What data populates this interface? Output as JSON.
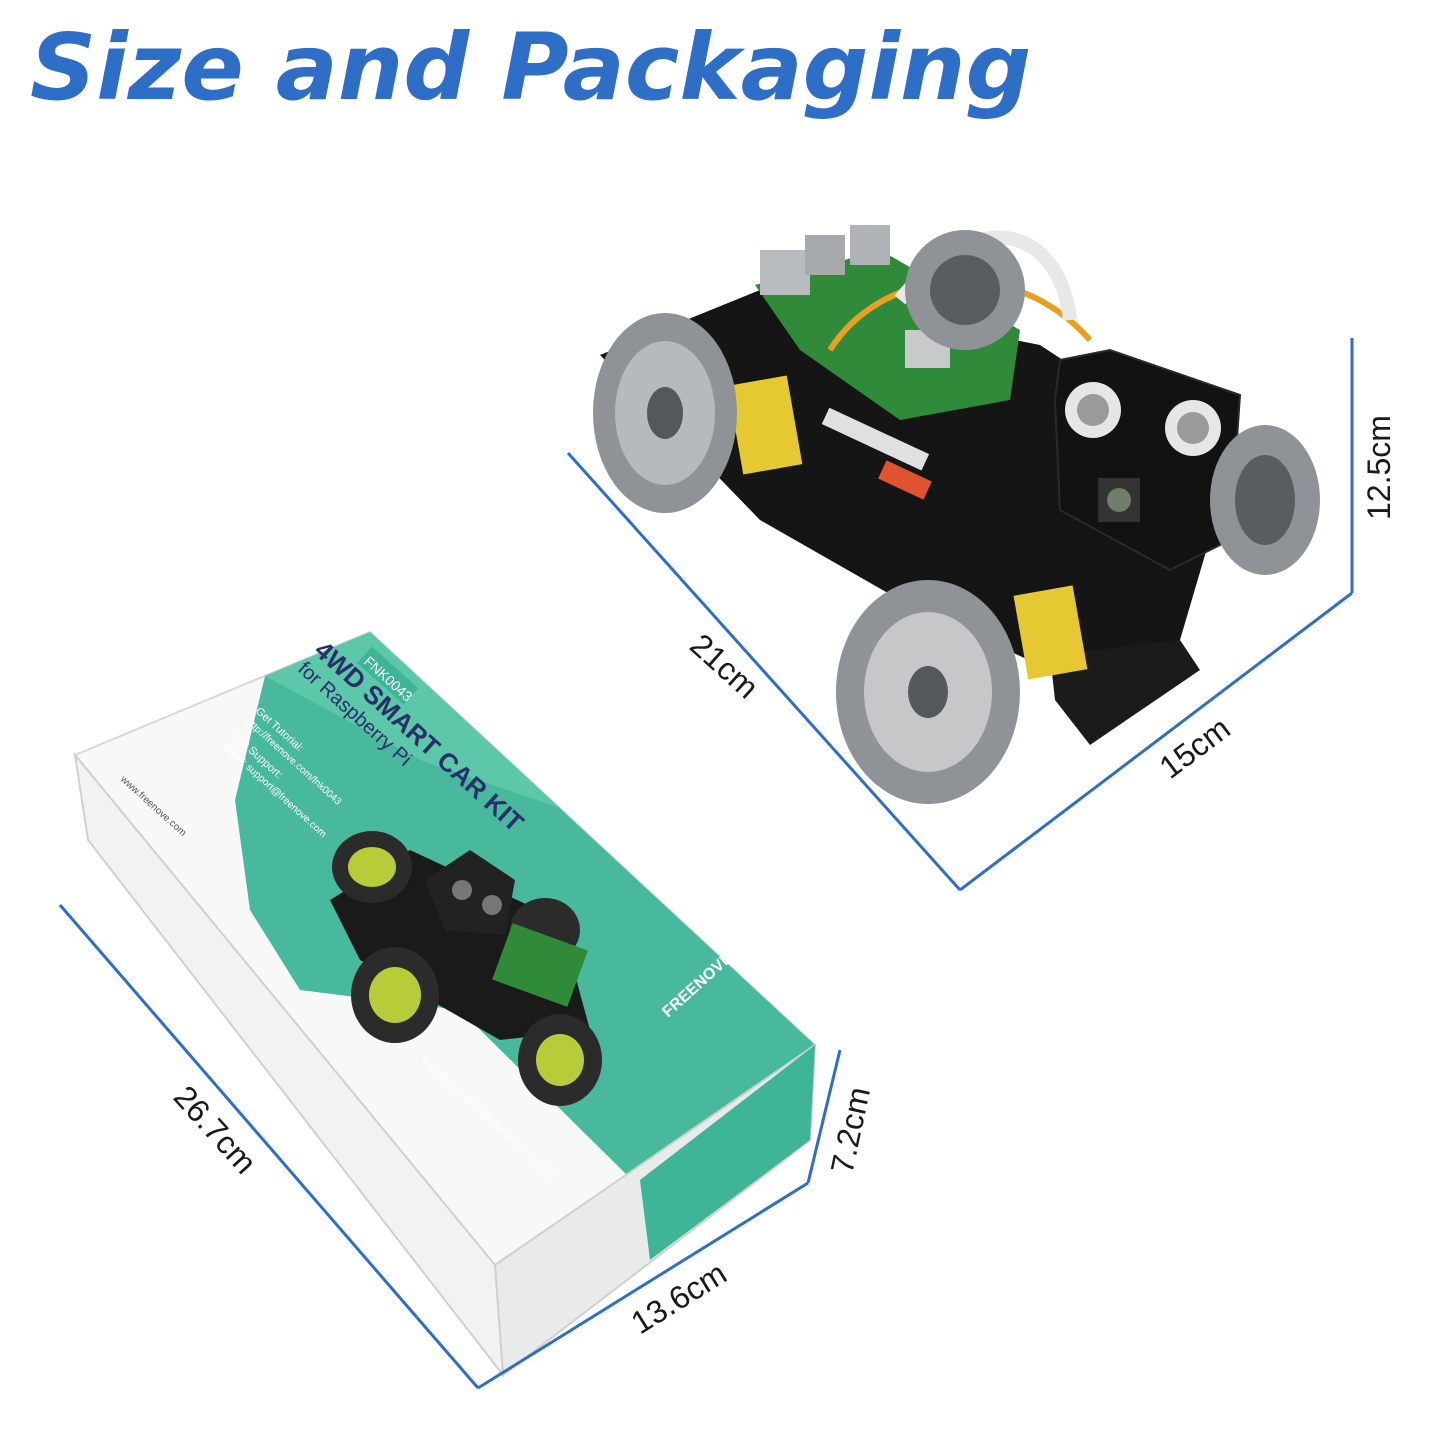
{
  "title": "Size and Packaging",
  "accent_color": "#2e6ec6",
  "car": {
    "dimensions": {
      "length": "21cm",
      "width": "15cm",
      "height": "12.5cm"
    }
  },
  "package": {
    "dimensions": {
      "length": "26.7cm",
      "width": "13.6cm",
      "height": "7.2cm"
    },
    "box": {
      "code": "FNK0043",
      "product_name": "4WD SMART CAR KIT",
      "subtitle": "for Raspberry Pi",
      "get_tutorial_label": "Get Tutorial:",
      "tutorial_url": "http://freenove.com/fnk0043",
      "get_support_label": "Get Support:",
      "support_email": "Email: support@freenove.com",
      "brand": "FREENOVE",
      "website": "www.freenove.com",
      "note": "*Raspberry Pi and batteries are not included."
    }
  }
}
